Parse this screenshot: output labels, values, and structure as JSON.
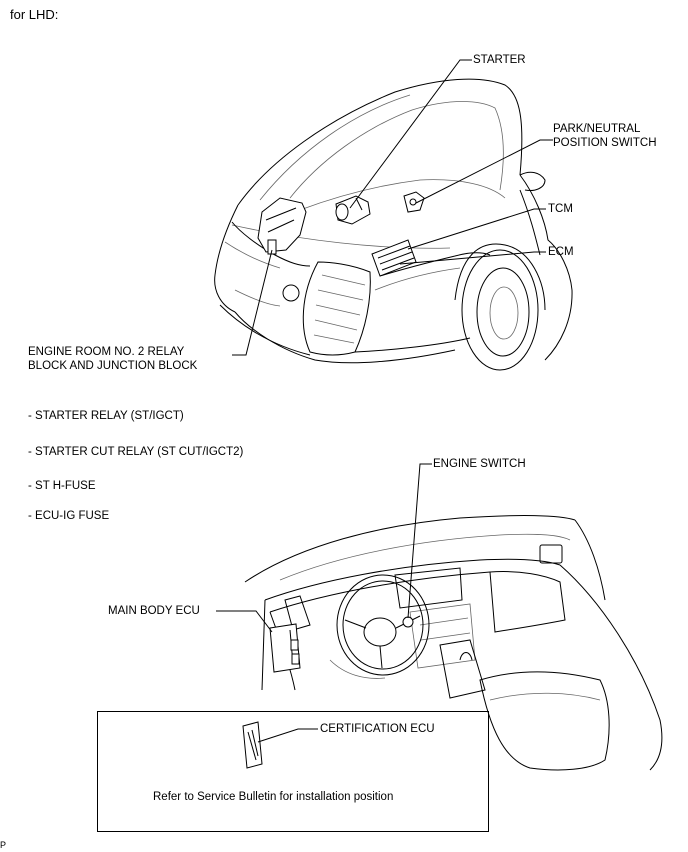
{
  "header": {
    "title": "for LHD:"
  },
  "labels": {
    "starter": "STARTER",
    "park_neutral_1": "PARK/NEUTRAL",
    "park_neutral_2": "POSITION SWITCH",
    "tcm": "TCM",
    "ecm": "ECM",
    "relay_block_1": "ENGINE ROOM NO. 2 RELAY",
    "relay_block_2": "BLOCK AND JUNCTION BLOCK",
    "engine_switch": "ENGINE SWITCH",
    "main_body_ecu": "MAIN BODY ECU",
    "certification_ecu": "CERTIFICATION ECU"
  },
  "relay_list": [
    "- STARTER RELAY (ST/IGCT)",
    "- STARTER CUT RELAY (ST CUT/IGCT2)",
    "- ST H-FUSE",
    "- ECU-IG FUSE"
  ],
  "note_box": {
    "text": "Refer to Service Bulletin for installation position"
  },
  "figure_id": "P"
}
